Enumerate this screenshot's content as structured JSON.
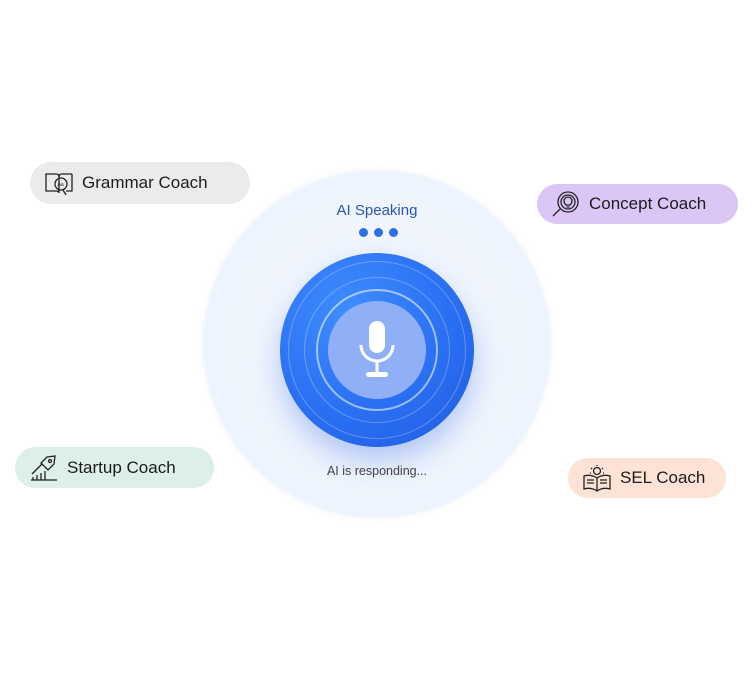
{
  "center": {
    "title": "AI Speaking",
    "status": "AI is responding..."
  },
  "coaches": [
    {
      "label": "Grammar Coach",
      "icon": "book-magnifier-icon",
      "color": "#ebebeb"
    },
    {
      "label": "Concept Coach",
      "icon": "lightbulb-magnifier-icon",
      "color": "#dcc6f6"
    },
    {
      "label": "Startup Coach",
      "icon": "rocket-chart-icon",
      "color": "#dcefe8"
    },
    {
      "label": "SEL Coach",
      "icon": "open-book-idea-icon",
      "color": "#fde3d5"
    }
  ],
  "colors": {
    "accent": "#2a6ff2",
    "core": "#8fb0f7"
  }
}
